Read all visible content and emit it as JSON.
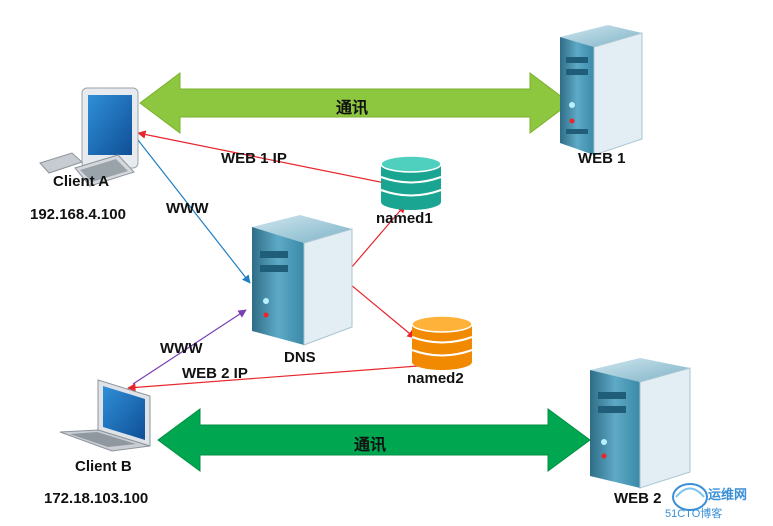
{
  "nodes": {
    "client_a": {
      "name": "Client A",
      "ip": "192.168.4.100"
    },
    "client_b": {
      "name": "Client B",
      "ip": "172.18.103.100"
    },
    "web1": {
      "name": "WEB 1"
    },
    "web2": {
      "name": "WEB 2"
    },
    "dns": {
      "name": "DNS"
    },
    "named1": {
      "name": "named1"
    },
    "named2": {
      "name": "named2"
    }
  },
  "edges": {
    "comm_top": "通讯",
    "comm_bottom": "通讯",
    "www_a": "WWW",
    "www_b": "WWW",
    "web1_ip": "WEB 1 IP",
    "web2_ip": "WEB 2 IP"
  },
  "watermark": {
    "logo_text": "运维网",
    "sub_text": "51CTO博客"
  },
  "colors": {
    "arrow_top": "#8dc63f",
    "arrow_bottom": "#00a650",
    "line_red": "#e8262d",
    "line_blue": "#1f7fc4",
    "line_purple": "#7b3fb5",
    "db_teal": "#1aa593",
    "db_orange": "#f18a00"
  }
}
